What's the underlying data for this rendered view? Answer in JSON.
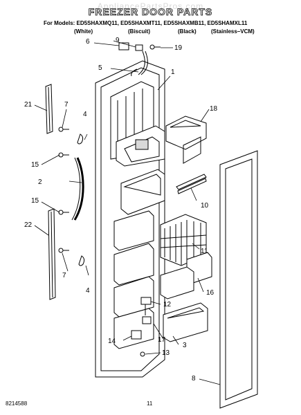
{
  "title": "FREEZER DOOR PARTS",
  "watermark": "AppliancePartsPros.com",
  "models_line": "For Models: ED5SHAXMQ11, ED5SHAXMT11, ED5SHAXMB11, ED5SHAMXL11",
  "variants": [
    "(White)",
    "(Biscuit)",
    "(Black)",
    "(Stainless–VCM)"
  ],
  "callouts": {
    "c1": "1",
    "c2": "2",
    "c3": "3",
    "c4a": "4",
    "c4b": "4",
    "c5": "5",
    "c6": "6",
    "c7a": "7",
    "c7b": "7",
    "c8": "8",
    "c9": "9",
    "c10": "10",
    "c11": "11",
    "c12": "12",
    "c13": "13",
    "c14": "14",
    "c15a": "15",
    "c15b": "15",
    "c16": "16",
    "c17": "17",
    "c18": "18",
    "c19": "19",
    "c21": "21",
    "c22": "22"
  },
  "footer": {
    "doc_number": "8214588",
    "page_number": "11"
  }
}
